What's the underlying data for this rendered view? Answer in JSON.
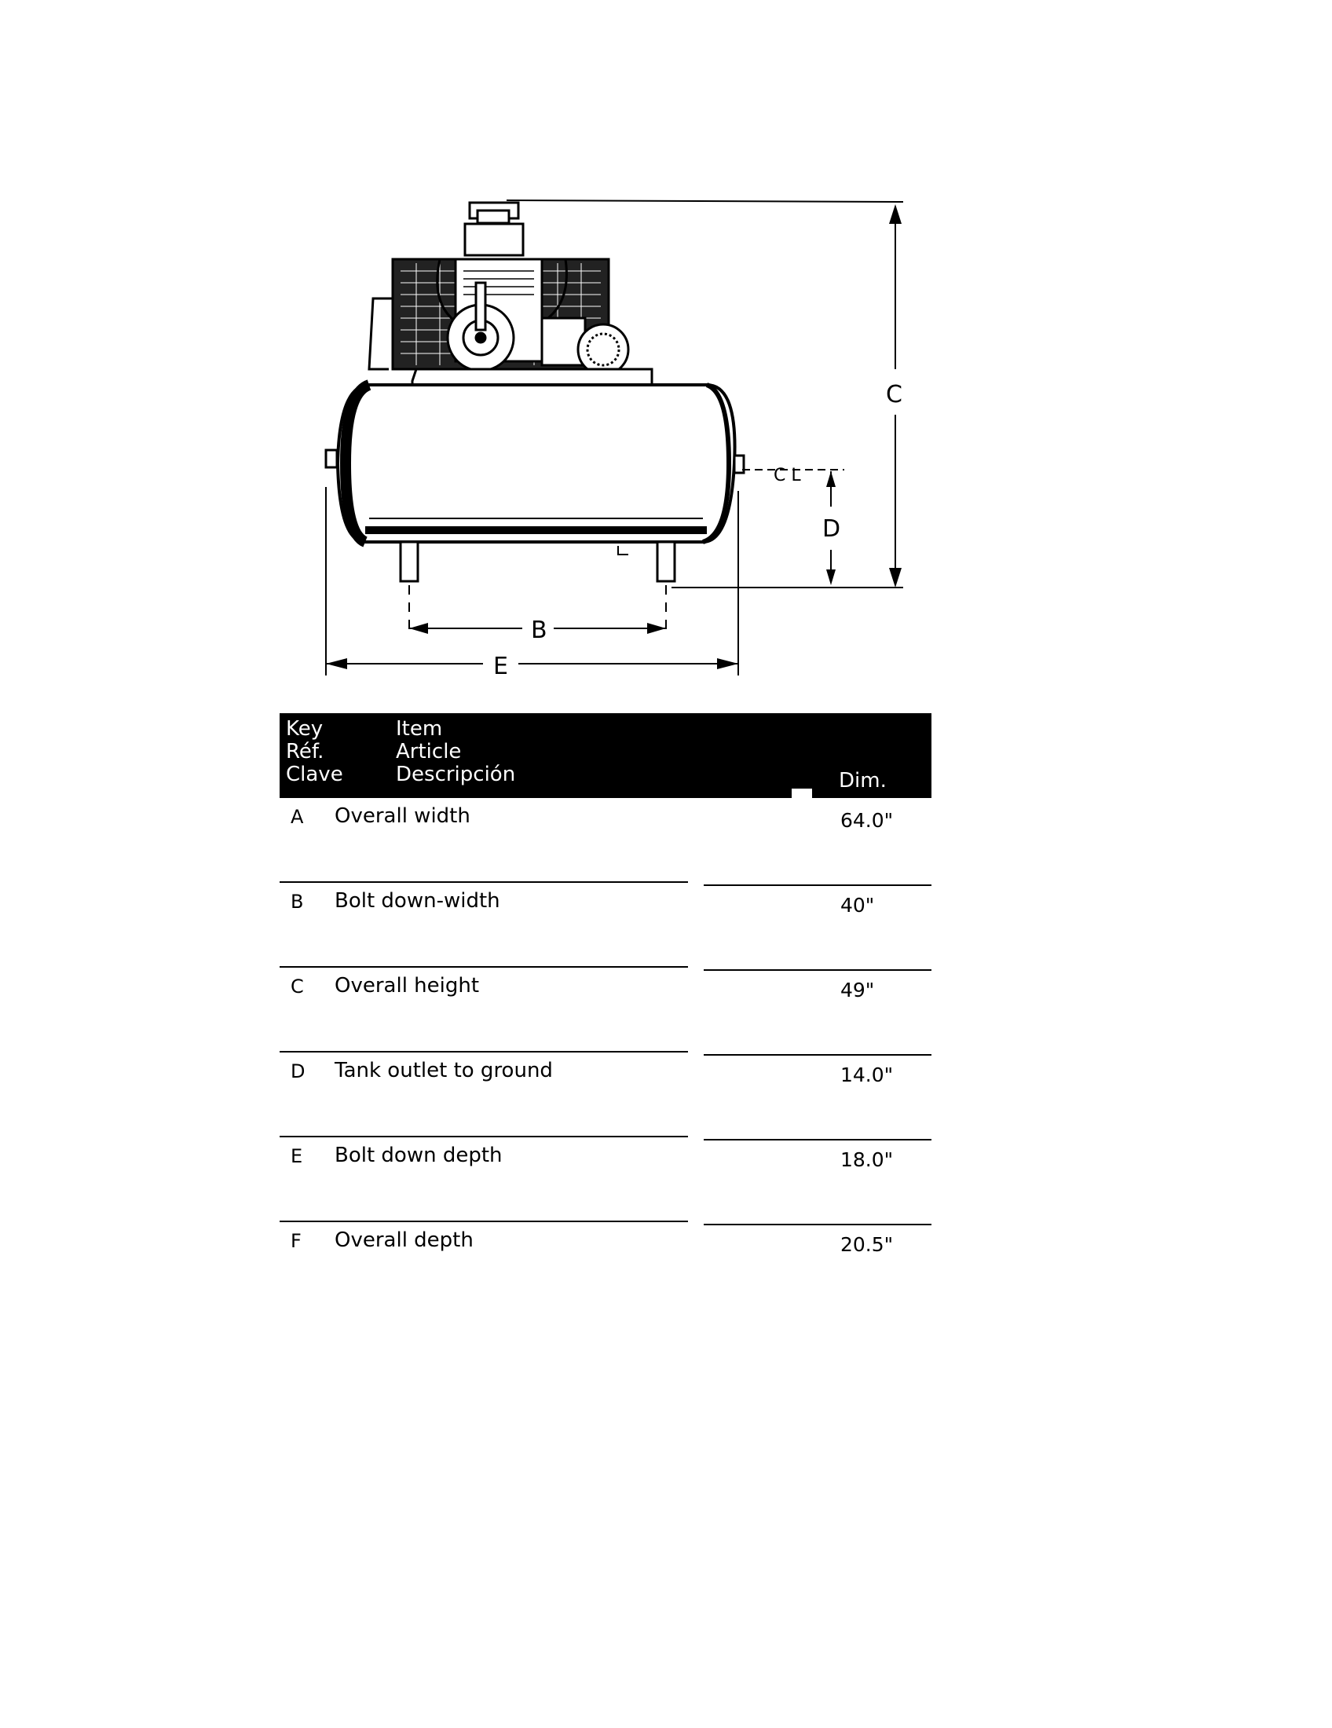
{
  "figure": {
    "dimension_labels": {
      "c": "C",
      "d": "D",
      "b": "B",
      "e": "E",
      "centerline": "C L"
    }
  },
  "table": {
    "headers": {
      "key": [
        "Key",
        "Réf.",
        "Clave"
      ],
      "item": [
        "Item",
        "Article",
        "Descripción"
      ],
      "dim": "Dim."
    },
    "rows": [
      {
        "key": "A",
        "item": "Overall width",
        "dim": "64.0\""
      },
      {
        "key": "B",
        "item": "Bolt down-width",
        "dim": "40\""
      },
      {
        "key": "C",
        "item": "Overall height",
        "dim": "49\""
      },
      {
        "key": "D",
        "item": "Tank outlet to ground",
        "dim": "14.0\""
      },
      {
        "key": "E",
        "item": "Bolt down depth",
        "dim": "18.0\""
      },
      {
        "key": "F",
        "item": "Overall depth",
        "dim": "20.5\""
      }
    ]
  }
}
